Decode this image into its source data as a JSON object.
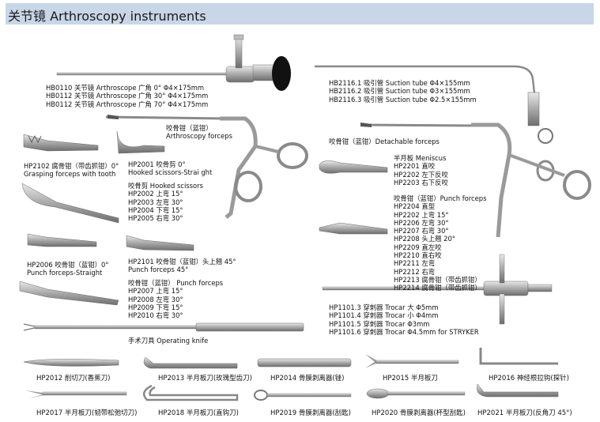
{
  "header": {
    "title": "关节镜  Arthroscopy instruments",
    "bg_color": "#c8d6e8"
  },
  "arthroscope": {
    "lines": [
      "HB0110 关节镜 Arthroscope 广角  0°  Φ4×175mm",
      "HB0112 关节镜 Arthroscope 广角  30°  Φ4×175mm",
      "HB0112 关节镜 Arthroscope 广角  70°  Φ4×175mm"
    ]
  },
  "suction": {
    "lines": [
      "HB2116.1 吸引管 Suction tube  Φ4×155mm",
      "HB2116.2 吸引管 Suction tube  Φ3×155mm",
      "HB2116.3 吸引管 Suction tube  Φ2.5×155mm"
    ]
  },
  "forceps_main": {
    "lines": [
      "咬骨钳（蓝钳）",
      "Arthroscopy forceps"
    ]
  },
  "grasping": {
    "lines": [
      "HP2102 腐骨钳（带齿抓钳）0°",
      "Grasping forceps with tooth"
    ]
  },
  "hooked_scissors": {
    "lines": [
      "HP2001 咬骨剪 0°",
      "Hooked scissors-Strai ght"
    ]
  },
  "scissors_group": {
    "lines": [
      "咬骨剪 Hooked scissors",
      "HP2002 上弯 15°",
      "HP2003 左弯 30°",
      "HP2004 下弯 15°",
      "HP2005 右弯 30°"
    ]
  },
  "punch_straight": {
    "lines": [
      "HP2006 咬骨钳（蓝钳）0°",
      "Punch forceps-Straight"
    ]
  },
  "punch_45": {
    "lines": [
      "HP2101 咬骨钳（蓝钳）头上翘 45°",
      "Punch forceps 45°"
    ]
  },
  "punch_group": {
    "lines": [
      "咬骨钳（蓝钳） Punch forceps",
      "HP2007 上弯 15°",
      "HP2008 左弯 30°",
      "HP2009 下弯 15°",
      "HP2010 右弯 30°"
    ]
  },
  "knife": {
    "label": "手术刀具 Operating knife"
  },
  "detachable": {
    "label": "咬骨钳（蓝钳）Detachable forceps"
  },
  "meniscus": {
    "lines": [
      "半月板 Meniscus",
      "HP2201 直咬",
      "HP2202 左下反咬",
      "HP2203 右下反咬"
    ]
  },
  "punch_right": {
    "lines": [
      "咬骨钳（蓝钳）Punch forceps",
      "HP2204 直型",
      "HP2202 上弯 15°",
      "HP2206 左弯 30°",
      "HP2207 右弯 30°",
      "HP2208 头上翘 20°",
      "HP2209 直左咬",
      "HP2210 直右咬",
      "HP2211 左弯",
      "HP2212 右弯",
      "HP2213 腐骨钳（带齿抓钳）",
      "HP2214 腐骨钳（带齿抓钳）"
    ]
  },
  "trocar": {
    "lines": [
      "HP1101.3 穿刺器 Trocar 大 Φ5mm",
      "HP1101.4 穿刺器 Trocar 小 Φ4mm",
      "HP1101.5 穿刺器 Trocar  Φ3mm",
      "HP1101.6 穿刺器 Trocar  Φ4.5mm for STRYKER"
    ]
  },
  "knives": [
    "HP2012 削切刀(香蕉刀)",
    "HP2013 半月板刀(玫瑰型齿刀)",
    "HP2014 骨膜剥离器(锉)",
    "HP2015 半月板刀",
    "HP2016 神经根拉钩(探针)",
    "HP2017 半月板刀(韧带松弛切刀)",
    "HP2018 半月板刀(直钩刀)",
    "HP2019 骨膜剥离器(刮匙)",
    "HP2020 骨膜剥离器(杯型刮匙)",
    "HP2021 半月板刀(反角刀 45°)"
  ]
}
